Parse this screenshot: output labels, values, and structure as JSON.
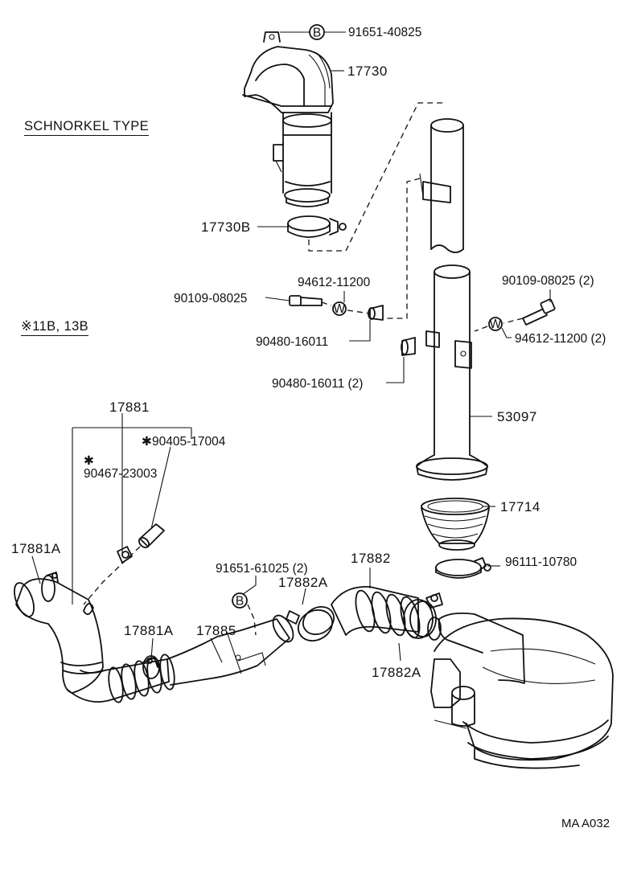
{
  "header": {
    "variant_title": "SCHNORKEL TYPE",
    "engine_note": "※11B, 13B"
  },
  "footer": {
    "figure_code": "MA A032"
  },
  "callouts": {
    "p_91651_40825": "91651-40825",
    "p_17730": "17730",
    "p_17730B": "17730B",
    "p_94612_11200": "94612-11200",
    "p_90109_08025": "90109-08025",
    "p_90480_16011": "90480-16011",
    "p_90480_16011_2": "90480-16011 (2)",
    "p_90109_08025_2": "90109-08025 (2)",
    "p_94612_11200_2": "94612-11200 (2)",
    "p_53097": "53097",
    "p_17714": "17714",
    "p_96111_10780": "96111-10780",
    "p_17881": "17881",
    "p_90405_17004": "✱90405-17004",
    "p_90467_star": "✱",
    "p_90467_23003": "90467-23003",
    "p_17881A_top": "17881A",
    "p_91651_61025_2": "91651-61025 (2)",
    "p_17882": "17882",
    "p_17882A_top": "17882A",
    "p_17881A_mid": "17881A",
    "p_17885": "17885",
    "p_17882A_bottom": "17882A"
  },
  "symbols": {
    "bolt_marker": "B",
    "washer_marker": "W"
  }
}
